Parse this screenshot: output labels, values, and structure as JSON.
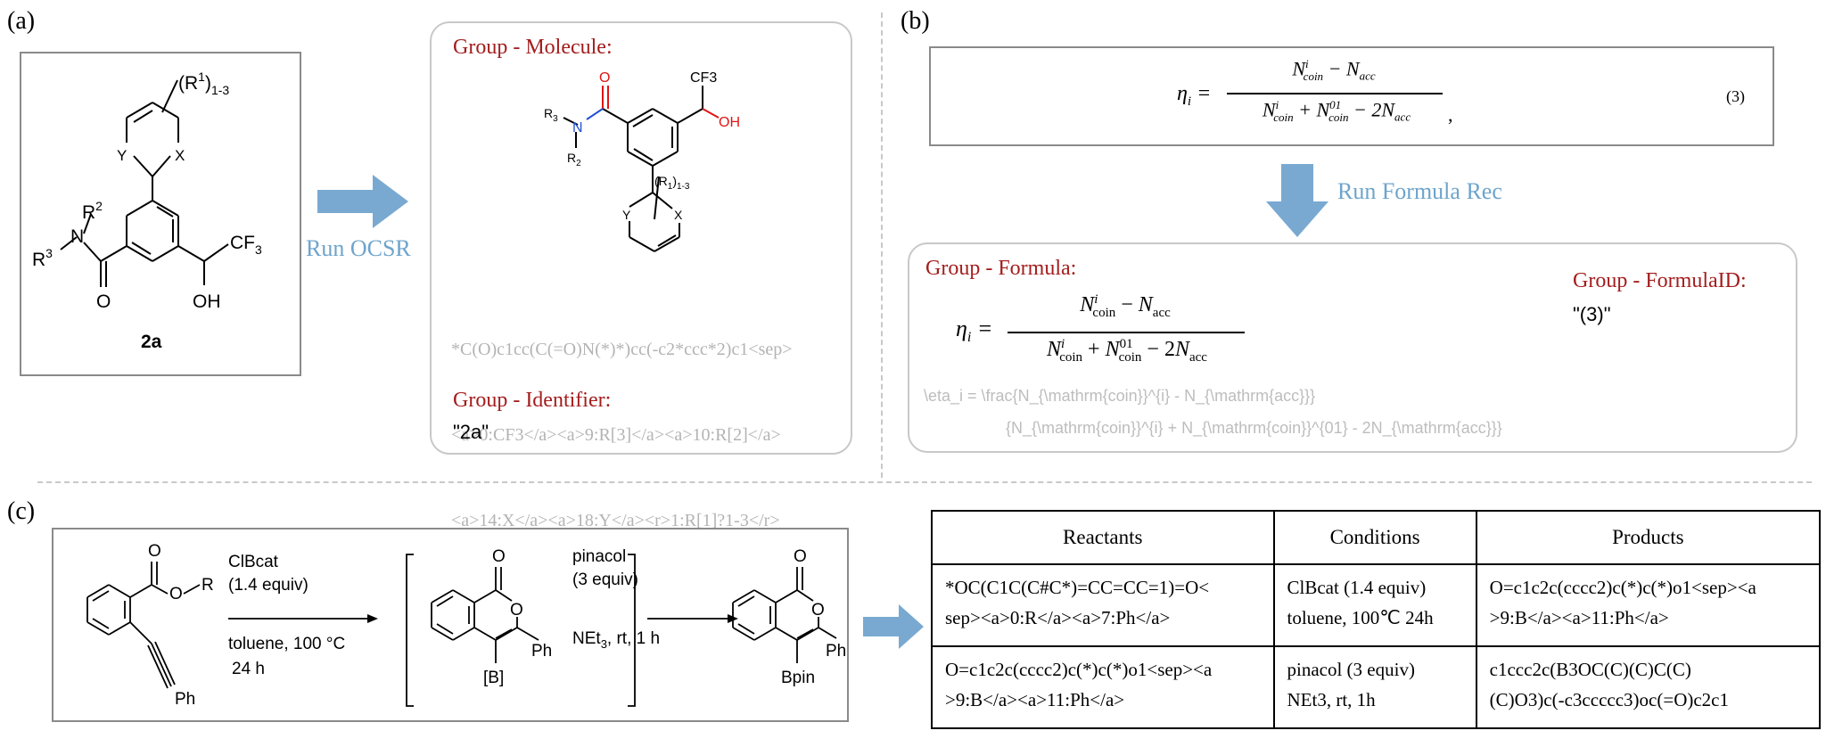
{
  "panels": {
    "a": {
      "label": "(a)",
      "action": "Run OCSR",
      "compound_id": "2a",
      "group_molecule_title": "Group - Molecule:",
      "smiles_lines": [
        "*C(O)c1cc(C(=O)N(*)*)cc(-c2*ccc*2)c1<sep>",
        "<a>0:CF3</a><a>9:R[3]</a><a>10:R[2]</a>",
        "<a>14:X</a><a>18:Y</a><r>1:R[1]?1-3</r>"
      ],
      "group_identifier_title": "Group - Identifier:",
      "identifier_value": "\"2a\""
    },
    "b": {
      "label": "(b)",
      "equation_number": "(3)",
      "action": "Run Formula Rec",
      "group_formula_title": "Group - Formula:",
      "group_formulaid_title": "Group - FormulaID:",
      "formulaid_value": "\"(3)\"",
      "latex_line1": "\\eta_i = \\frac{N_{\\mathrm{coin}}^{i} - N_{\\mathrm{acc}}}",
      "latex_line2": "{N_{\\mathrm{coin}}^{i} + N_{\\mathrm{coin}}^{01} - 2N_{\\mathrm{acc}}}"
    },
    "c": {
      "label": "(c)",
      "reaction": {
        "step1_reagent": "ClBcat",
        "step1_equiv": "(1.4 equiv)",
        "step1_solvent": "toluene, 100 °C",
        "step1_time": "24 h",
        "step2_reagent": "pinacol",
        "step2_equiv": "(3 equiv)",
        "step2_cond": "NEt",
        "step2_cond_sub": "3",
        "step2_cond_rest": ", rt, 1 h"
      },
      "table": {
        "headers": [
          "Reactants",
          "Conditions",
          "Products"
        ],
        "rows": [
          {
            "reactants": [
              "*OC(C1C(C#C*)=CC=CC=1)=O<",
              "sep><a>0:R</a><a>7:Ph</a>"
            ],
            "conditions": [
              "ClBcat (1.4 equiv)",
              "toluene, 100℃ 24h"
            ],
            "products": [
              "O=c1c2c(cccc2)c(*)c(*)o1<sep><a",
              ">9:B</a><a>11:Ph</a>"
            ]
          },
          {
            "reactants": [
              "O=c1c2c(cccc2)c(*)c(*)o1<sep><a",
              ">9:B</a><a>11:Ph</a>"
            ],
            "conditions": [
              "pinacol (3 equiv)",
              "NEt3, rt, 1h"
            ],
            "products": [
              "c1ccc2c(B3OC(C)(C)C(C)",
              "(C)O3)c(-c3ccccc3)oc(=O)c2c1"
            ]
          }
        ]
      }
    }
  },
  "atoms": {
    "r1": "(R",
    "r1_sup": "1",
    "r1_end": ")",
    "r1_sub": "1-3",
    "y": "Y",
    "x": "X",
    "r2": "R",
    "r2_sup": "2",
    "r3": "R",
    "r3_sup": "3",
    "n": "N",
    "o": "O",
    "cf3": "CF",
    "cf3_sub": "3",
    "oh": "OH",
    "mol_cf3": "CF3",
    "mol_oh": "OH",
    "mol_o": "O",
    "mol_n": "N",
    "mol_r3": "R",
    "mol_r3_sub": "3",
    "mol_r2": "R",
    "mol_r2_sub": "2",
    "mol_r1": "(R",
    "mol_r1_sub": "1",
    "mol_r1_end": ")",
    "mol_r1_sub2": "1-3",
    "mol_y": "Y",
    "mol_x": "X",
    "ph": "Ph",
    "r": "R",
    "b": "[B]",
    "bpin": "Bpin"
  },
  "colors": {
    "arrow": "#79a9d1",
    "red_title": "#a31d1d",
    "smiles_gray": "#b3b3b3",
    "amide_blue": "#1f4fd1",
    "oxygen_red": "#e01414"
  }
}
